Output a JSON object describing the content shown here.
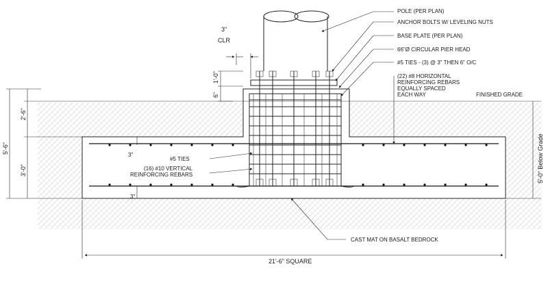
{
  "labels": {
    "pole": "POLE (PER PLAN)",
    "anchor_bolts": "ANCHOR BOLTS W/ LEVELING NUTS",
    "base_plate": "BASE PLATE (PER PLAN)",
    "pier_head": "66\"Ø CIRCULAR PIER HEAD",
    "ties_top": "#5 TIES - (3) @ 3\" THEN 6\" O/C",
    "horizontal_line1": "(22) #8 HORIZONTAL",
    "horizontal_line2": "REINFORCING REBARS",
    "horizontal_line3": "EQUALLY SPACED",
    "horizontal_line4": "EACH WAY",
    "finished_grade": "FINISHED GRADE",
    "ties_left": "#5 TIES",
    "vertical_line1": "(16) #10 VERTICAL",
    "vertical_line2": "REINFORCING REBARS",
    "cast_mat": "CAST MAT ON BASALT BEDROCK"
  },
  "dimensions": {
    "clr_value": "3\"",
    "clr_label": "CLR",
    "plate_height": "6\"",
    "pier_above_grade": "1'-0\"",
    "total_depth": "5'-6\"",
    "upper_depth": "2'-6\"",
    "mat_thickness": "3'-0\"",
    "cover_top": "3\"",
    "cover_bottom": "3\"",
    "below_grade": "5'-0\" Below Grade",
    "width": "21'-6\" SQUARE"
  }
}
